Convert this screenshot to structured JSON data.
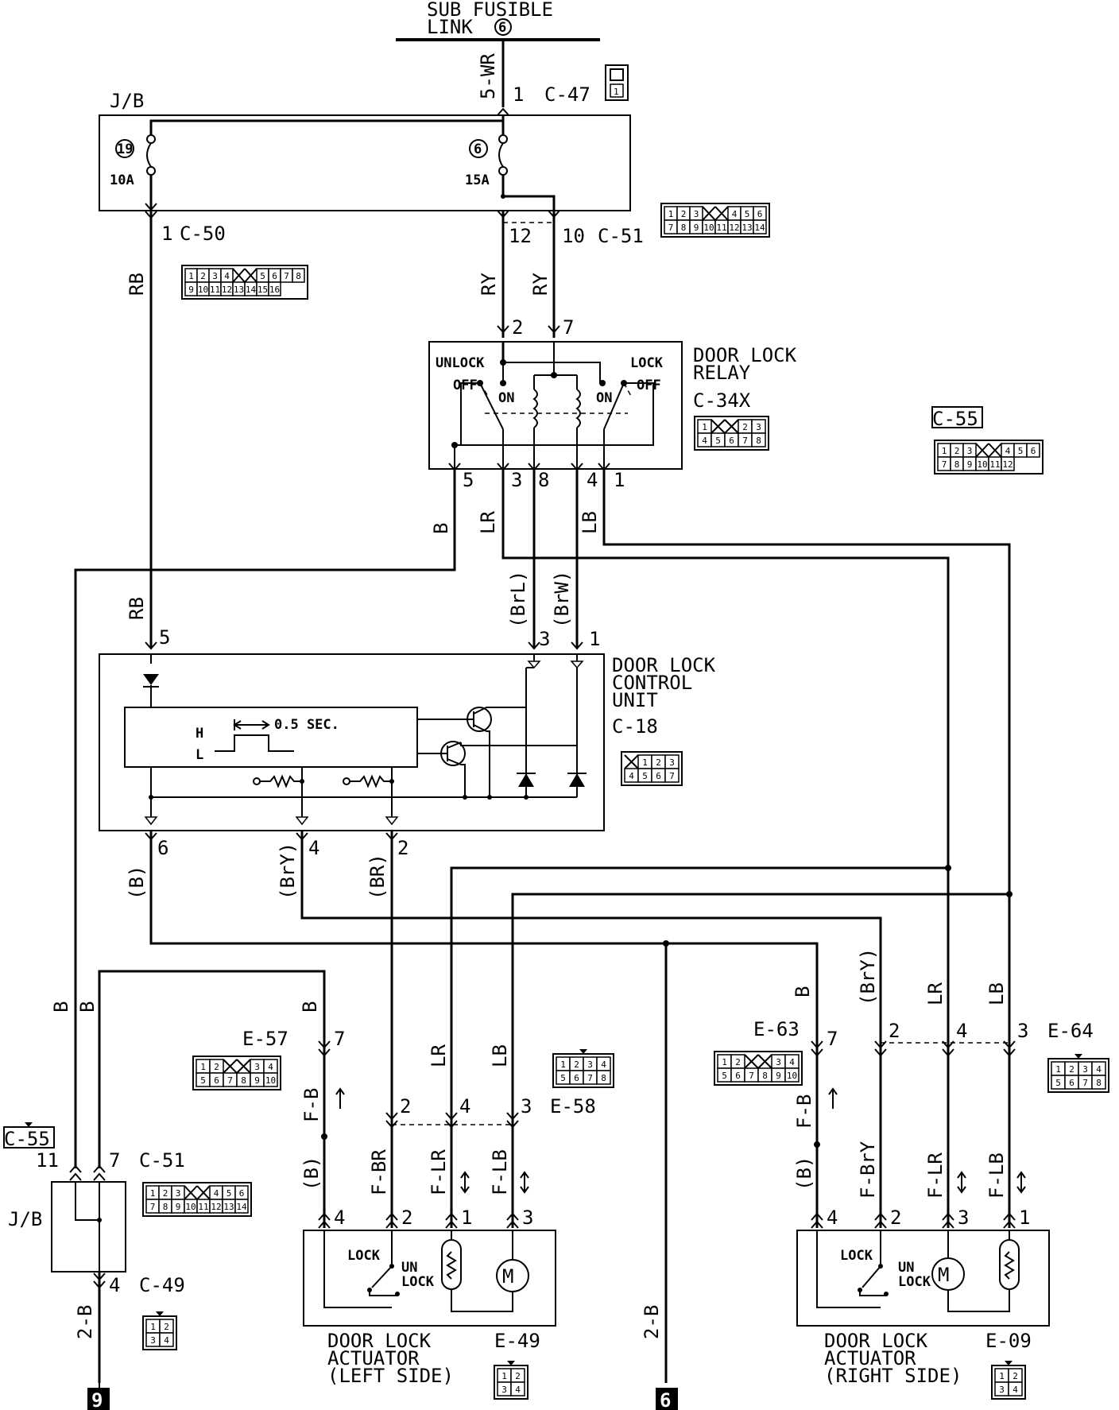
{
  "top": {
    "title_line1": "SUB FUSIBLE",
    "title_line2": "LINK",
    "fusible_link_no": "6"
  },
  "wires": {
    "w_5wr": "5-WR",
    "w_rb_top": "RB",
    "w_ry_a": "RY",
    "w_ry_b": "RY",
    "w_b_relay": "B",
    "w_lr_relay": "LR",
    "w_lb_relay": "LB",
    "w_rb_cu": "RB",
    "w_brl": "(BrL)",
    "w_brw": "(BrW)",
    "w_b_cu": "(B)",
    "w_bry_cu": "(BrY)",
    "w_br_cu": "(BR)",
    "w_b_left1": "B",
    "w_b_left2": "B",
    "w_b_e57": "B",
    "w_lr_e58": "LR",
    "w_lb_e58": "LB",
    "w_b_e63": "B",
    "w_bry_e63": "(BrY)",
    "w_lr_e64": "LR",
    "w_lb_e64": "LB",
    "w_fb_l": "F-B",
    "w_fbr_l": "F-BR",
    "w_flr_l": "F-LR",
    "w_flb_l": "F-LB",
    "w_b_act_l": "(B)",
    "w_fb_r": "F-B",
    "w_fbry_r": "F-BrY",
    "w_flr_r": "F-LR",
    "w_flb_r": "F-LB",
    "w_b_act_r": "(B)",
    "w_2b_left": "2-B",
    "w_2b_mid": "2-B"
  },
  "jb_top": {
    "label": "J/B",
    "fuse_left_no": "19",
    "fuse_left_rating": "10A",
    "fuse_right_no": "6",
    "fuse_right_rating": "15A"
  },
  "connectors": {
    "c47": {
      "id": "C-47",
      "pin": "1",
      "cells": [
        "1"
      ]
    },
    "c50": {
      "id": "C-50",
      "pin": "1",
      "cells": [
        "1",
        "2",
        "3",
        "4",
        "5",
        "6",
        "7",
        "8",
        "9",
        "10",
        "11",
        "12",
        "13",
        "14",
        "15",
        "16"
      ]
    },
    "c51_top": {
      "id": "C-51",
      "pin_a": "12",
      "pin_b": "10",
      "cells": [
        "1",
        "2",
        "3",
        "4",
        "5",
        "6",
        "7",
        "8",
        "9",
        "10",
        "11",
        "12",
        "13",
        "14"
      ]
    },
    "c34x": {
      "id": "C-34X",
      "cells": [
        "1",
        "2",
        "3",
        "4",
        "5",
        "6",
        "7",
        "8"
      ]
    },
    "c55": {
      "id": "C-55",
      "cells": [
        "1",
        "2",
        "3",
        "4",
        "5",
        "6",
        "7",
        "8",
        "9",
        "10",
        "11",
        "12"
      ]
    },
    "c18": {
      "id": "C-18",
      "cells": [
        "1",
        "2",
        "3",
        "4",
        "5",
        "6",
        "7"
      ]
    },
    "c55_left": {
      "id": "C-55"
    },
    "c51_left": {
      "id": "C-51",
      "pin_a": "11",
      "pin_b": "7",
      "cells": [
        "1",
        "2",
        "3",
        "4",
        "5",
        "6",
        "7",
        "8",
        "9",
        "10",
        "11",
        "12",
        "13",
        "14"
      ]
    },
    "c49": {
      "id": "C-49",
      "pin": "4",
      "cells": [
        "1",
        "2",
        "3",
        "4"
      ]
    },
    "e57": {
      "id": "E-57",
      "pin": "7",
      "cells": [
        "1",
        "2",
        "3",
        "4",
        "5",
        "6",
        "7",
        "8",
        "9",
        "10"
      ]
    },
    "e58": {
      "id": "E-58",
      "pin_a": "2",
      "pin_b": "4",
      "pin_c": "3",
      "cells": [
        "1",
        "2",
        "3",
        "4",
        "5",
        "6",
        "7",
        "8"
      ]
    },
    "e63": {
      "id": "E-63",
      "pin": "7",
      "cells": [
        "1",
        "2",
        "3",
        "4",
        "5",
        "6",
        "7",
        "8",
        "9",
        "10"
      ]
    },
    "e64": {
      "id": "E-64",
      "pin_a": "2",
      "pin_b": "4",
      "pin_c": "3",
      "cells": [
        "1",
        "2",
        "3",
        "4",
        "5",
        "6",
        "7",
        "8"
      ]
    },
    "e49": {
      "id": "E-49",
      "cells": [
        "1",
        "2",
        "3",
        "4"
      ]
    },
    "e09": {
      "id": "E-09",
      "cells": [
        "1",
        "2",
        "3",
        "4"
      ]
    }
  },
  "relay": {
    "title_line1": "DOOR LOCK",
    "title_line2": "RELAY",
    "unlock": "UNLOCK",
    "lock": "LOCK",
    "off_l": "OFF",
    "on_l": "ON",
    "on_r": "ON",
    "off_r": "OFF",
    "pin_2": "2",
    "pin_7": "7",
    "pin_5": "5",
    "pin_3": "3",
    "pin_8": "8",
    "pin_4": "4",
    "pin_1": "1"
  },
  "control_unit": {
    "title_line1": "DOOR LOCK",
    "title_line2": "CONTROL",
    "title_line3": "UNIT",
    "timer": "0.5 SEC.",
    "h": "H",
    "l": "L",
    "pin_5": "5",
    "pin_3": "3",
    "pin_1": "1",
    "pin_6": "6",
    "pin_4": "4",
    "pin_2": "2"
  },
  "jb_left": {
    "label": "J/B"
  },
  "actuator_left": {
    "title_line1": "DOOR LOCK",
    "title_line2": "ACTUATOR",
    "title_line3": "(LEFT SIDE)",
    "lock": "LOCK",
    "un": "UN",
    "un_lock": "LOCK",
    "pin_4": "4",
    "pin_2": "2",
    "pin_1": "1",
    "pin_3": "3"
  },
  "actuator_right": {
    "title_line1": "DOOR LOCK",
    "title_line2": "ACTUATOR",
    "title_line3": "(RIGHT SIDE)",
    "lock": "LOCK",
    "un": "UN",
    "un_lock": "LOCK",
    "pin_4": "4",
    "pin_2": "2",
    "pin_3": "3",
    "pin_1": "1"
  },
  "grounds": {
    "left_no": "9",
    "mid_no": "6"
  },
  "motor_symbol": "M"
}
